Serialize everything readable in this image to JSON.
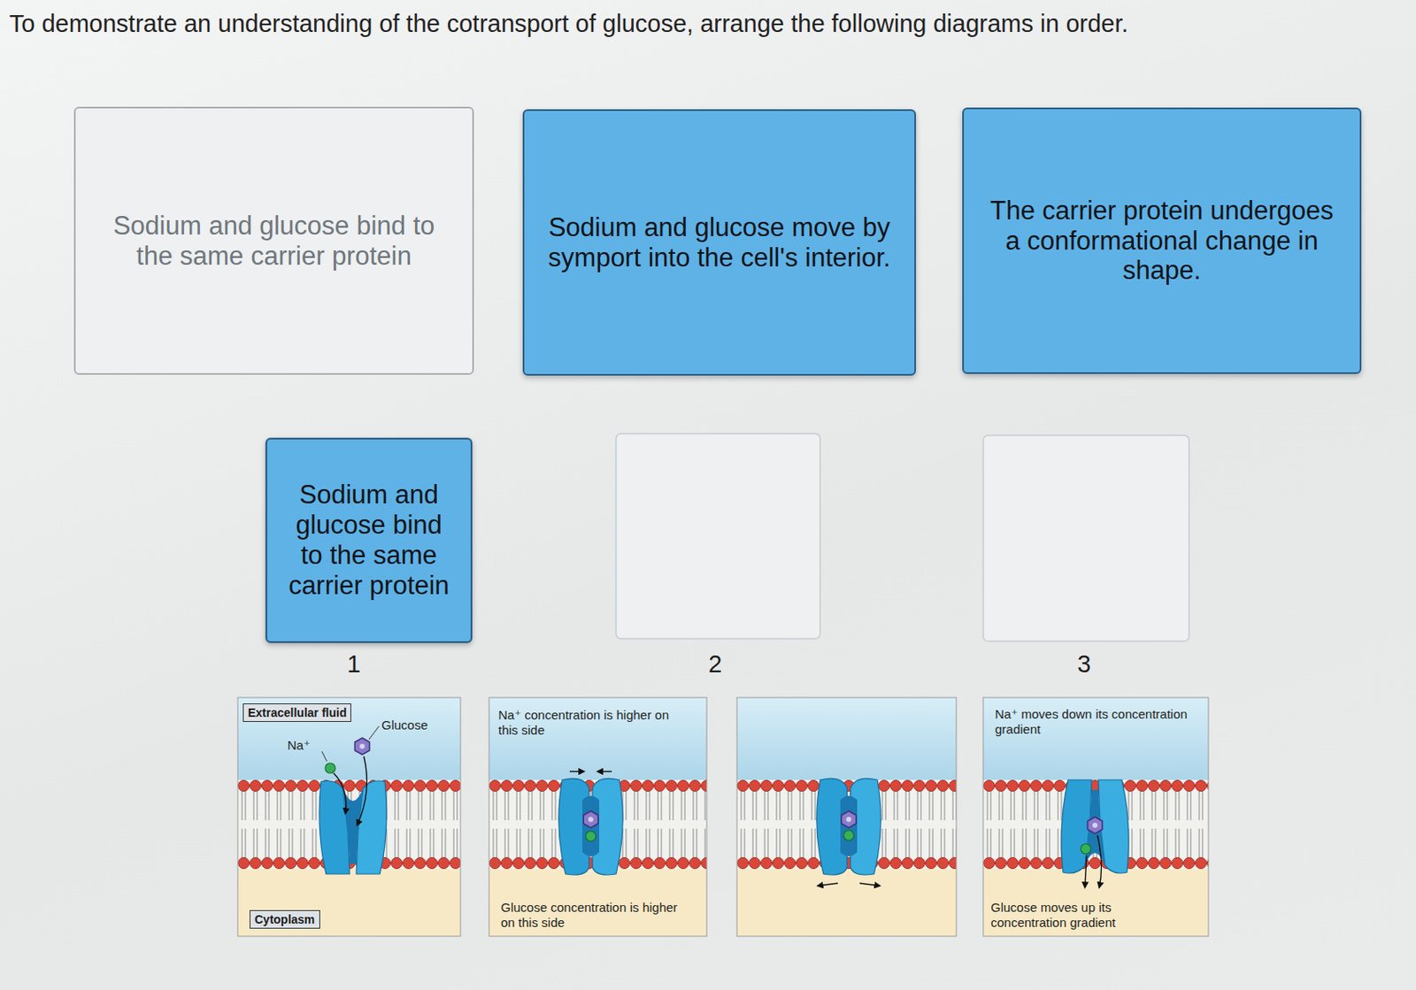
{
  "diagram": {
    "title": "To demonstrate an understanding of the cotransport of glucose, arrange the following diagrams in order.",
    "nodes": [
      {
        "text": [
          "Sodium and glucose bind to the same carrier protein"
        ]
      },
      {
        "text": [
          "Sodium and glucose move by symport into the cell's interior."
        ]
      },
      {
        "text": [
          "The carrier protein undergoes a conformational change in shape."
        ]
      },
      {
        "text": [
          "Sodium and glucose bind to the same carrier protein"
        ]
      },
      {
        "text": [
          "Extracellular fluid"
        ]
      },
      {
        "text": [
          "Cytoplasm"
        ]
      }
    ],
    "labels": [
      "1",
      "2",
      "3",
      "Glucose",
      "Na⁺",
      "Na⁺ concentration is higher on this side",
      "Glucose concentration is higher on this side",
      "Na⁺ moves down its concentration gradient",
      "Glucose moves up its concentration gradient"
    ]
  }
}
